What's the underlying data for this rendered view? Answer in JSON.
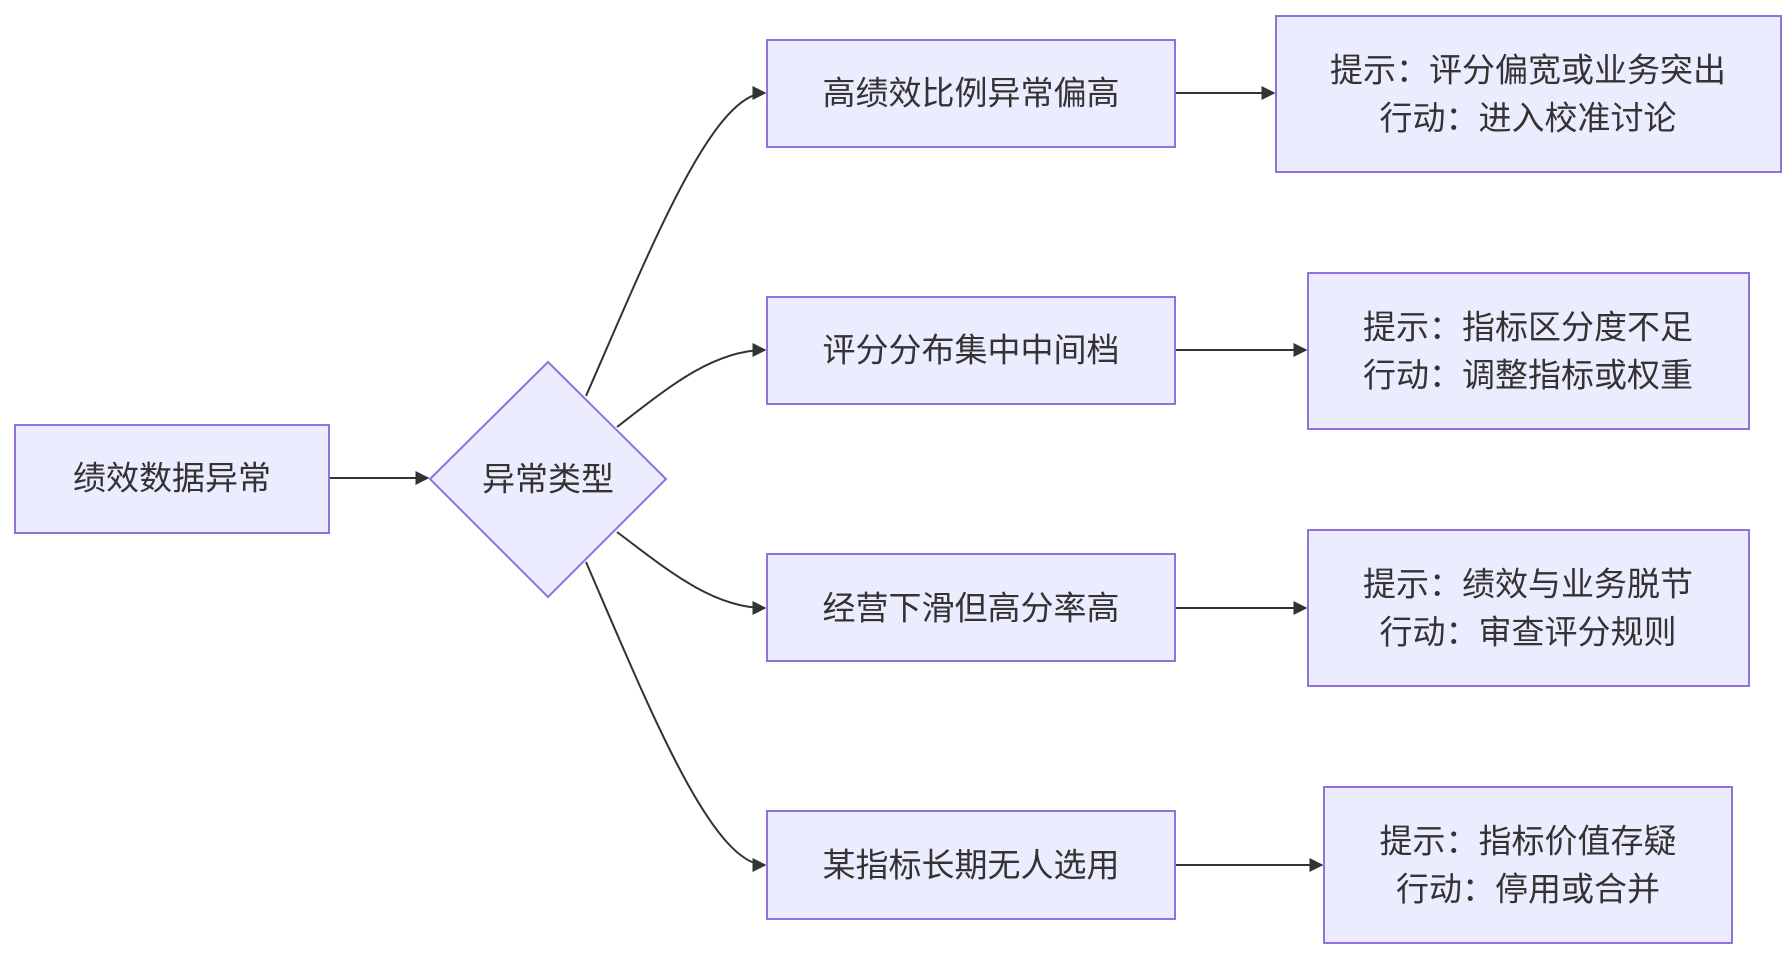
{
  "diagram": {
    "source": {
      "label": "绩效数据异常"
    },
    "decision": {
      "label": "异常类型"
    },
    "branches": [
      {
        "type": "高绩效比例异常偏高",
        "result_lines": [
          "提示：评分偏宽或业务突出",
          "行动：进入校准讨论"
        ]
      },
      {
        "type": "评分分布集中中间档",
        "result_lines": [
          "提示：指标区分度不足",
          "行动：调整指标或权重"
        ]
      },
      {
        "type": "经营下滑但高分率高",
        "result_lines": [
          "提示：绩效与业务脱节",
          "行动：审查评分规则"
        ]
      },
      {
        "type": "某指标长期无人选用",
        "result_lines": [
          "提示：指标价值存疑",
          "行动：停用或合并"
        ]
      }
    ]
  },
  "colors": {
    "node_fill": "#ECECFF",
    "node_stroke": "#9370DB",
    "edge": "#333333",
    "text": "#333333"
  }
}
